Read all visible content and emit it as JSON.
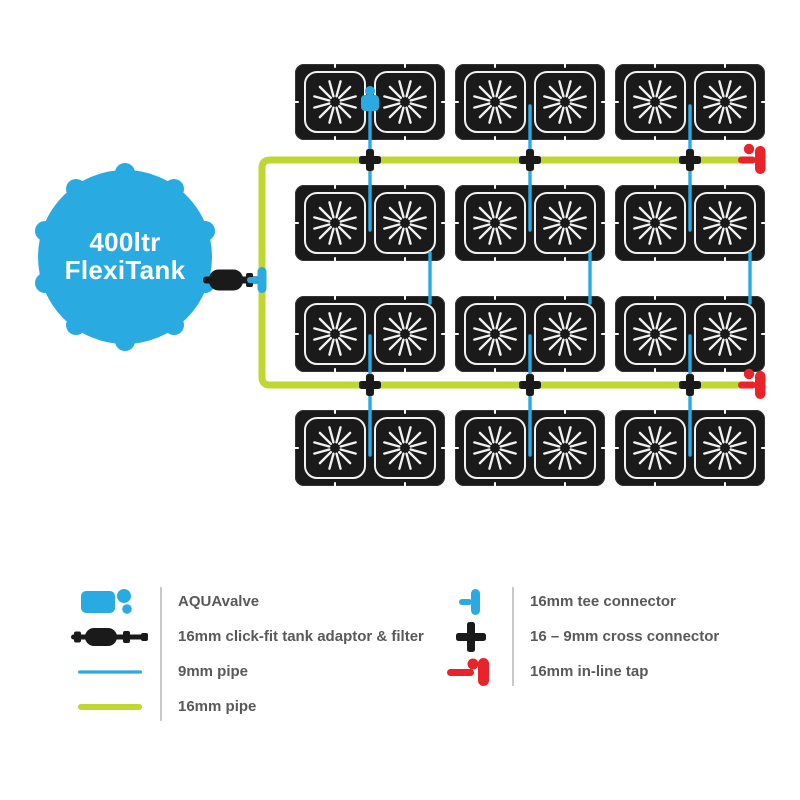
{
  "colors": {
    "blue": "#29ABE2",
    "green": "#BFD730",
    "red": "#E8232A",
    "black": "#1A1A1A",
    "label_text": "#58595B"
  },
  "tank": {
    "line1": "400ltr",
    "line2": "FlexiTank"
  },
  "diagram": {
    "rows": 4,
    "trays_per_row": 3,
    "pots_per_tray": 2
  },
  "legend": {
    "left": [
      {
        "icon": "aquavalve-icon",
        "label": "AQUAvalve"
      },
      {
        "icon": "tank-adaptor-icon",
        "label": "16mm click-fit tank adaptor & filter"
      },
      {
        "icon": "pipe-9mm-icon",
        "label": "9mm pipe"
      },
      {
        "icon": "pipe-16mm-icon",
        "label": "16mm pipe"
      }
    ],
    "right": [
      {
        "icon": "tee-connector-icon",
        "label": "16mm tee connector"
      },
      {
        "icon": "cross-connector-icon",
        "label": "16 – 9mm cross connector"
      },
      {
        "icon": "inline-tap-icon",
        "label": "16mm in-line tap"
      }
    ]
  }
}
